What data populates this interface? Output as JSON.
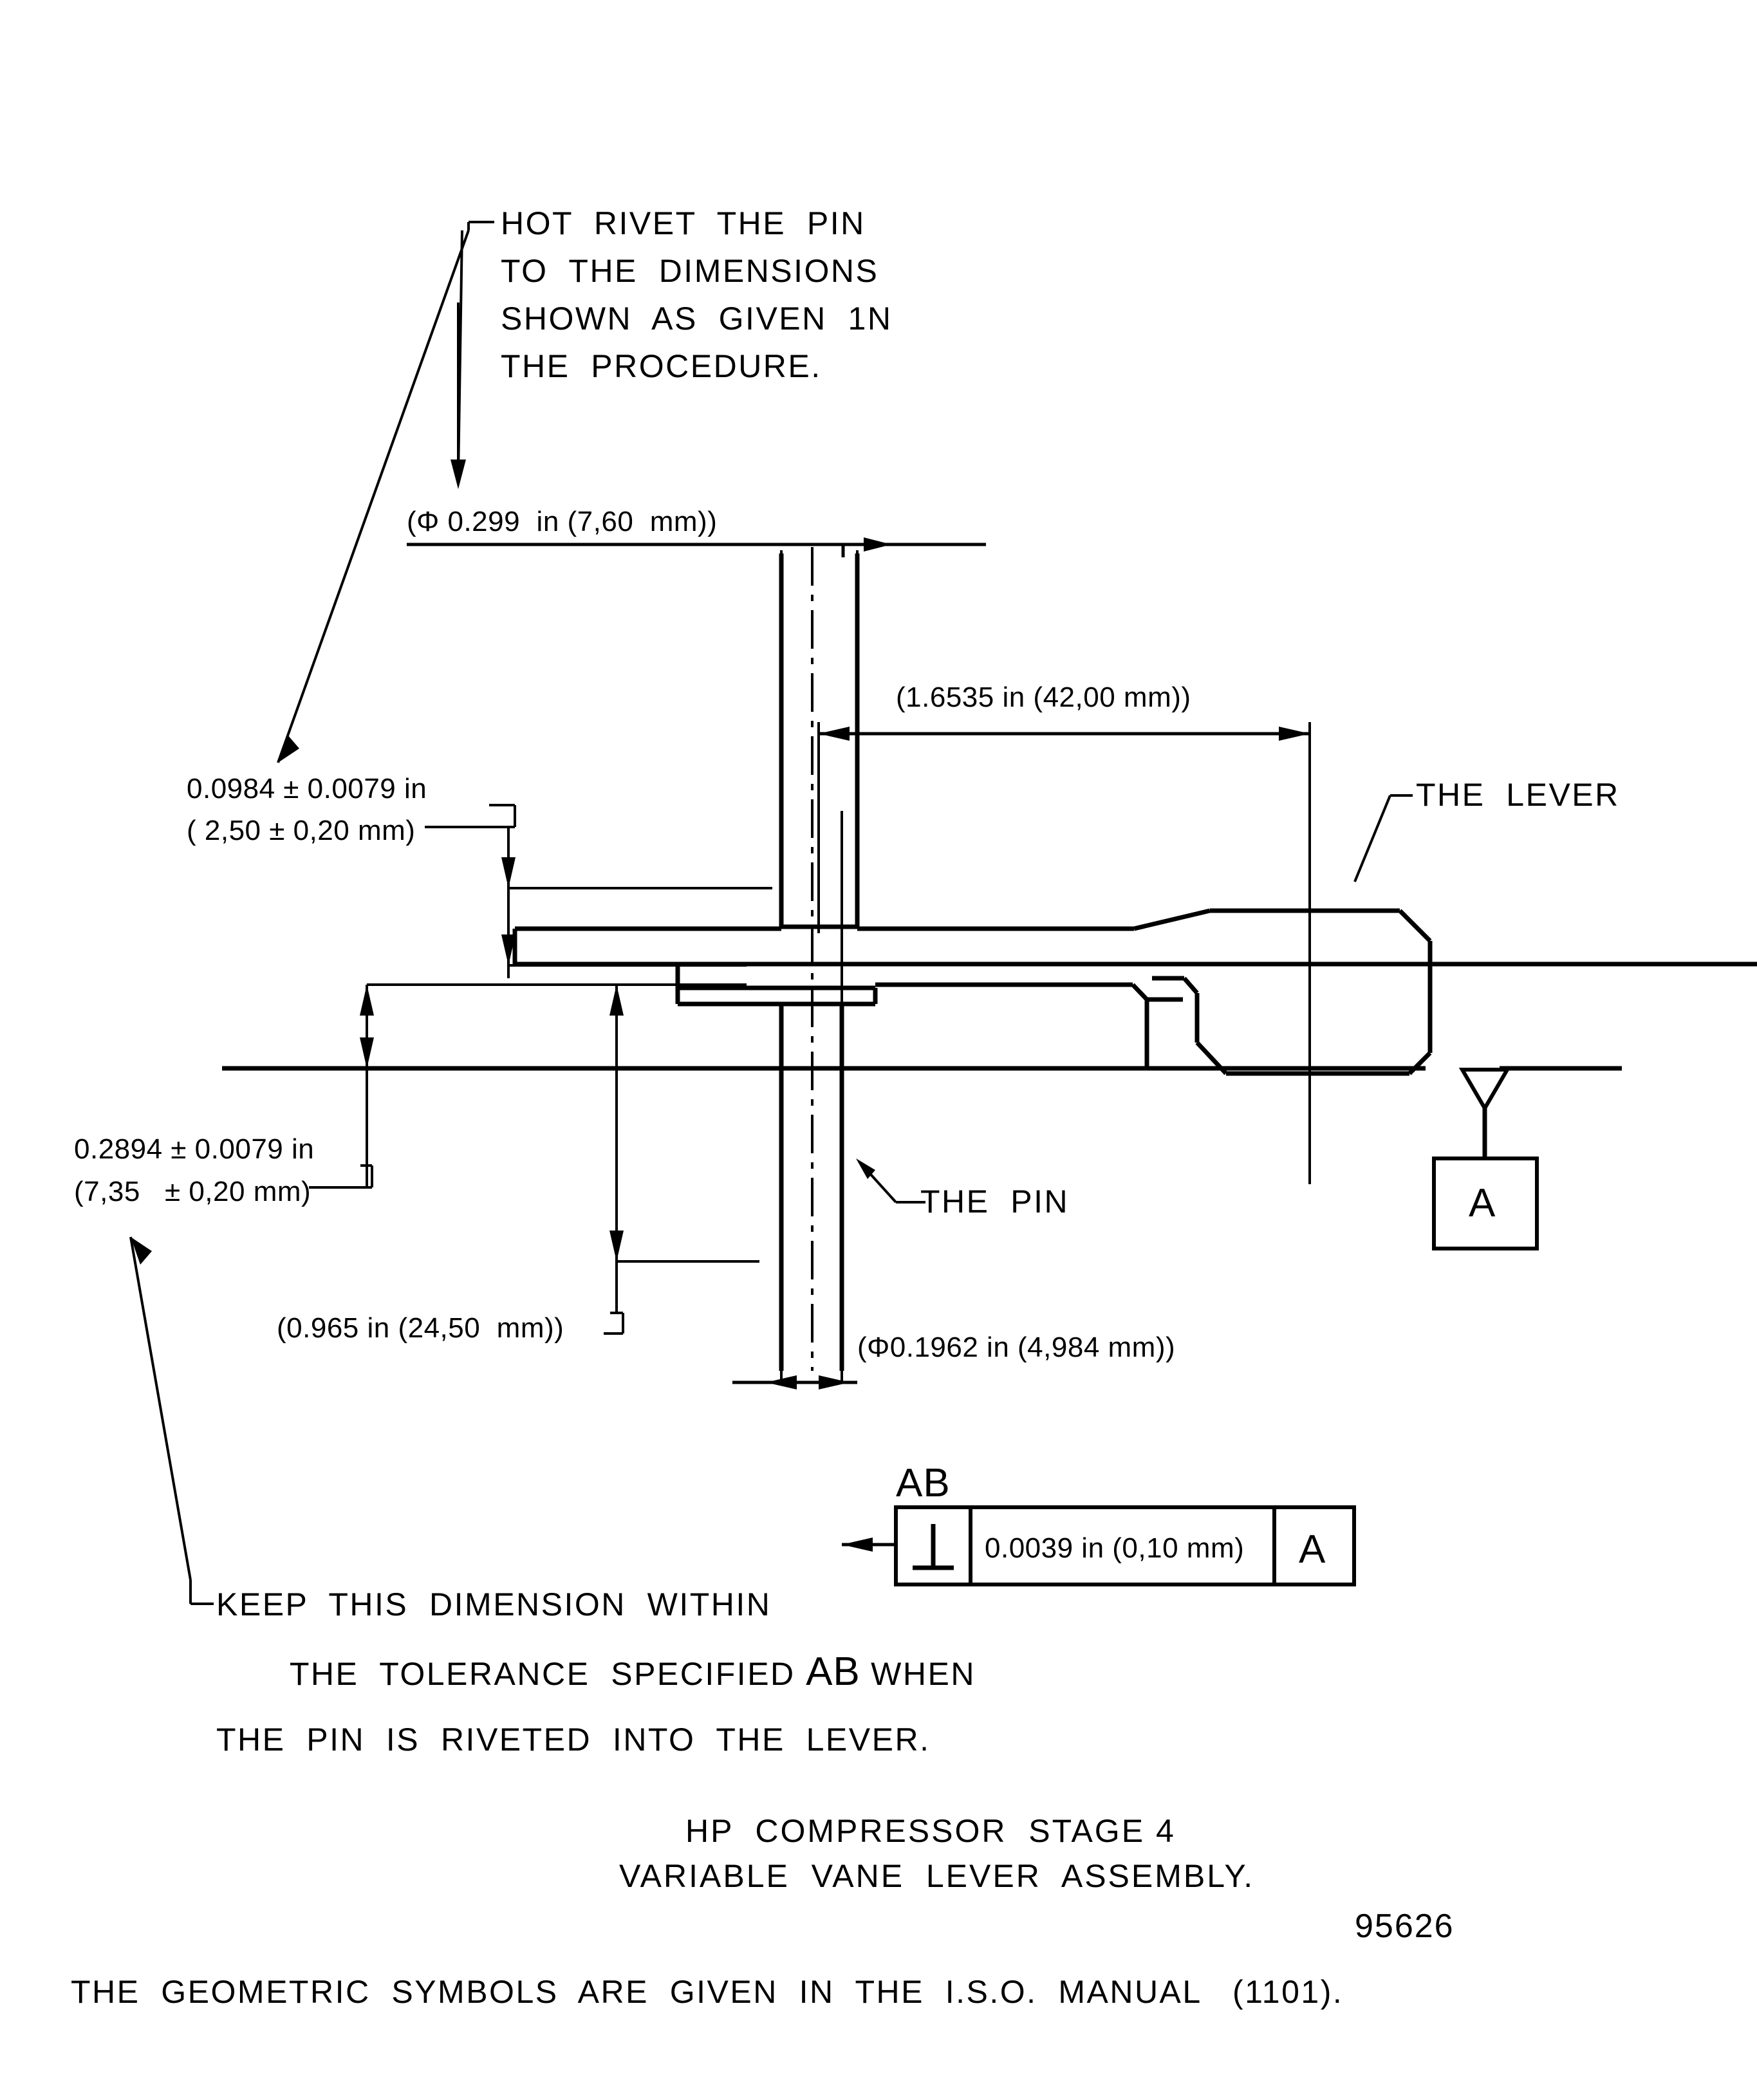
{
  "drawing": {
    "title_line1": "HP  COMPRESSOR  STAGE 4",
    "title_line2": "VARIABLE  VANE  LEVER  ASSEMBLY.",
    "drawing_number": "95626",
    "iso_note": "THE  GEOMETRIC  SYMBOLS  ARE  GIVEN  IN  THE  I.S.O.  MANUAL   (1101)."
  },
  "notes": {
    "top_note": {
      "line1": "HOT  RIVET  THE  PIN",
      "line2": "TO  THE  DIMENSIONS",
      "line3": "SHOWN  AS  GIVEN  1N",
      "line4": "THE  PROCEDURE."
    },
    "bottom_note": {
      "line1": "KEEP  THIS  DIMENSION  WITHIN",
      "line2_a": "THE  TOLERANCE  SPECIFIED ",
      "line2_symbol": "AB",
      "line2_b": " WHEN",
      "line3": "THE  PIN  IS  RIVETED  INTO  THE  LEVER."
    }
  },
  "dimensions": {
    "rivet_head_dia": "(Φ 0.299  in (7,60  mm))",
    "lever_length": "(1.6535 in (42,00 mm))",
    "rivet_head_height_in": "0.0984 ± 0.0079 in",
    "rivet_head_height_mm": "( 2,50 ± 0,20 mm)",
    "pin_length_in": "0.2894 ± 0.0079 in",
    "pin_length_mm": "(7,35   ± 0,20 mm)",
    "pin_projection": "(0.965 in (24,50  mm))",
    "pin_dia": "(Φ0.1962 in (4,984 mm))"
  },
  "leaders": {
    "lever_label": "THE  LEVER",
    "pin_label": "THE  PIN"
  },
  "gdt": {
    "frame_tag": "AB",
    "symbol_name": "perpendicularity-symbol",
    "tolerance": "0.0039 in (0,10 mm)",
    "datum_ref": "A",
    "datum_feature_letter": "A"
  },
  "colors": {
    "ink": "#000000",
    "paper": "#ffffff"
  }
}
